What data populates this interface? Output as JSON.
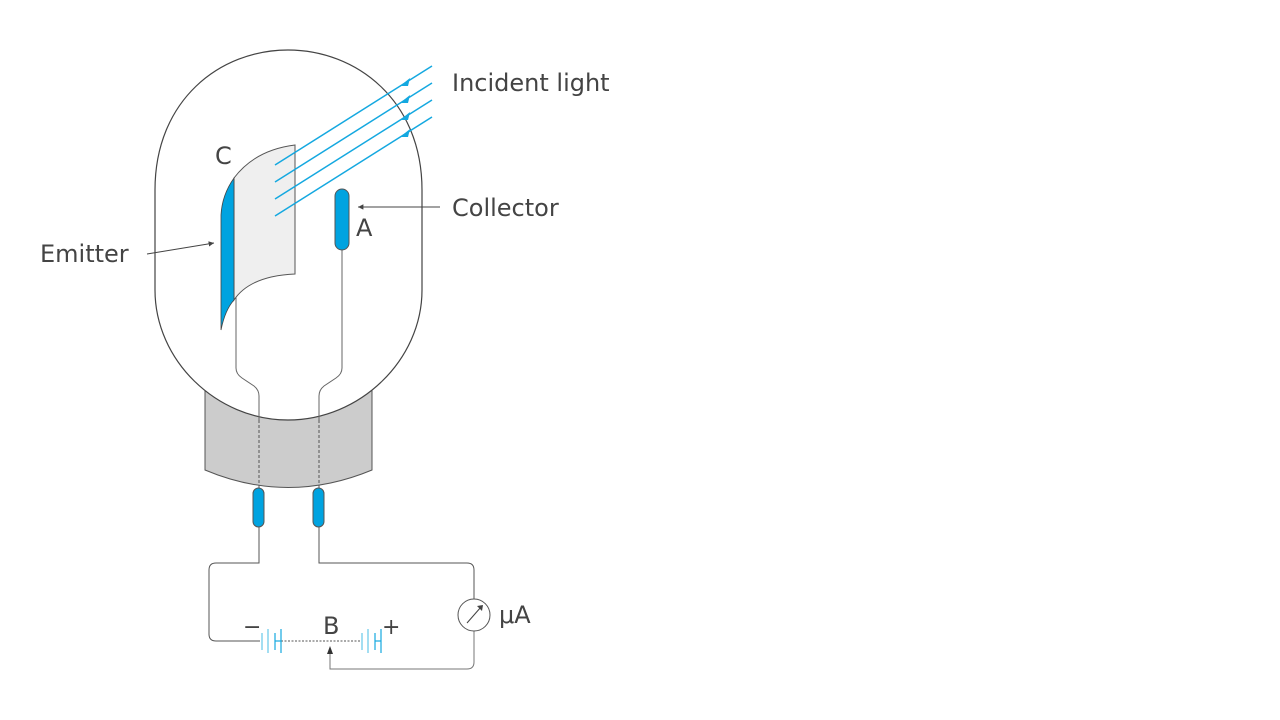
{
  "title": "Photoelectric effect apparatus (phototube circuit)",
  "labels": {
    "incident_light": "Incident light",
    "collector": "Collector",
    "emitter": "Emitter",
    "cathode": "C",
    "anode": "A",
    "battery": "B",
    "minus": "−",
    "plus": "+",
    "ammeter": "μA"
  },
  "colors": {
    "accent_blue": "#00a3e0",
    "light_rays": "#14a8e0",
    "battery_cells": "#66c8e8",
    "outline": "#444444",
    "wire": "#777777",
    "base_fill": "#cccccc",
    "emitter_plate_fill": "#efefef",
    "text": "#444444"
  },
  "components": [
    {
      "name": "glass-bulb",
      "description": "evacuated glass tube"
    },
    {
      "name": "emitter-plate",
      "description": "curved photosensitive cathode C"
    },
    {
      "name": "collector-rod",
      "description": "anode A"
    },
    {
      "name": "tube-base",
      "description": "insulating base with two pins"
    },
    {
      "name": "battery",
      "description": "variable potential source B with sliding contact"
    },
    {
      "name": "ammeter",
      "description": "microammeter μA"
    }
  ]
}
